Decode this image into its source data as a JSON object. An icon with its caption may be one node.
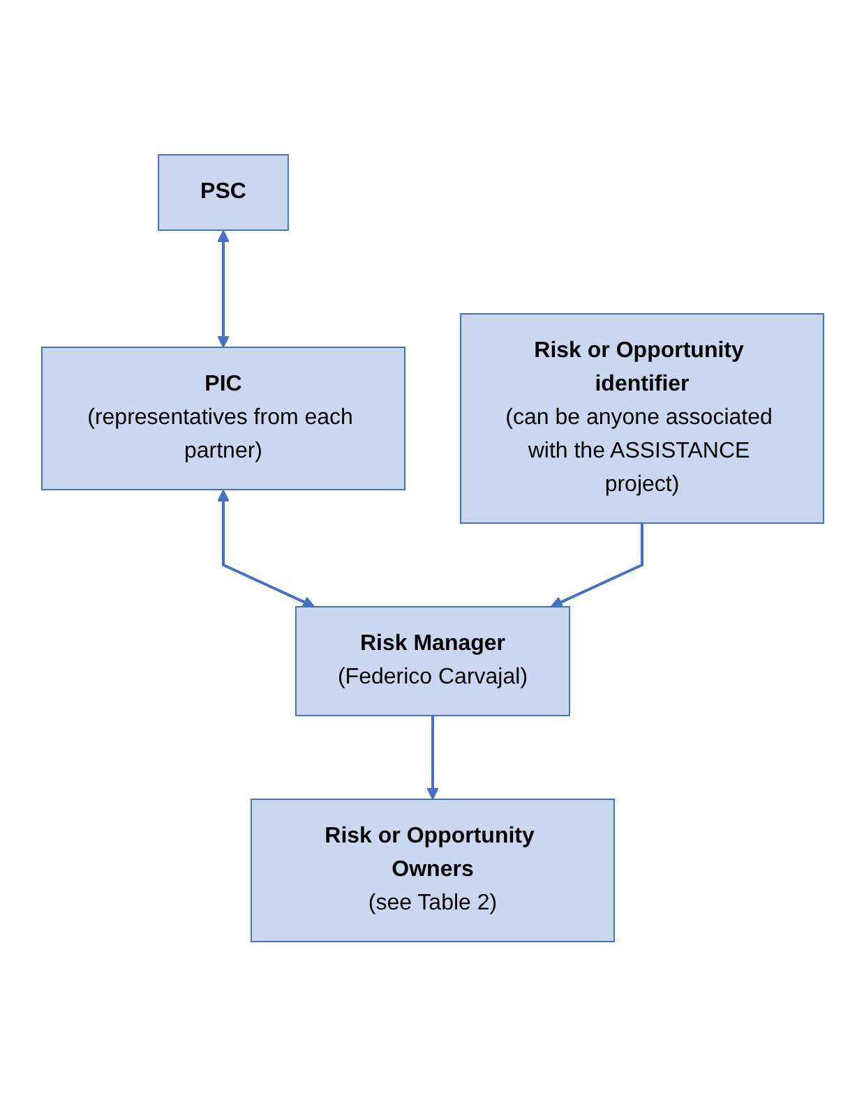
{
  "diagram": {
    "nodes": [
      {
        "text": [
          "Risk or Opportunity identifier",
          "(can be anyone associated with the ASSISTANCE project)"
        ]
      },
      {
        "text": [
          "PSC"
        ]
      },
      {
        "text": [
          "PIC",
          "(representatives from each partner)"
        ]
      },
      {
        "text": [
          "Risk Manager",
          "(Federico Carvajal)"
        ]
      },
      {
        "text": [
          "Risk or Opportunity Owners",
          "(see Table 2)"
        ]
      }
    ],
    "edges": [
      {
        "from": 1,
        "to": 2,
        "arrow": "both"
      },
      {
        "from": 2,
        "to": 3,
        "arrow": "both"
      },
      {
        "from": 0,
        "to": 3,
        "arrow": "to"
      },
      {
        "from": 3,
        "to": 4,
        "arrow": "to"
      }
    ]
  }
}
